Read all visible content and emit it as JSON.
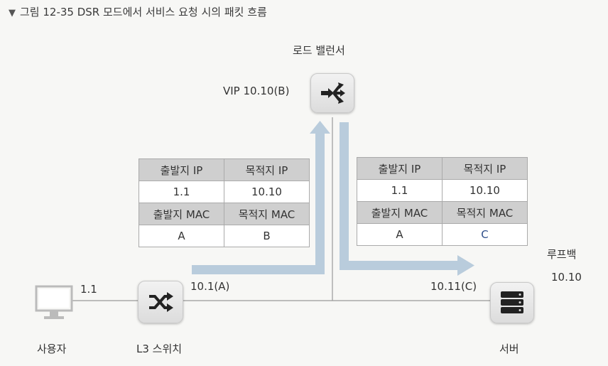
{
  "title": "그림 12-35 DSR 모드에서 서비스 요청 시의 패킷 흐름",
  "nodes": {
    "load_balancer": {
      "label": "로드 밸런서",
      "vip": "VIP 10.10(B)"
    },
    "server": {
      "label": "서버",
      "ip": "10.11(C)",
      "loopback_label": "루프백",
      "loopback_ip": "10.10"
    },
    "user": {
      "label": "사용자",
      "ip": "1.1"
    },
    "l3_switch": {
      "label": "L3 스위치",
      "ip": "10.1(A)"
    }
  },
  "packet_left": {
    "headers": [
      "출발지 IP",
      "목적지 IP"
    ],
    "ip_values": [
      "1.1",
      "10.10"
    ],
    "mac_headers": [
      "출발지 MAC",
      "목적지 MAC"
    ],
    "mac_values": [
      "A",
      "B"
    ]
  },
  "packet_right": {
    "headers": [
      "출발지 IP",
      "목적지 IP"
    ],
    "ip_values": [
      "1.1",
      "10.10"
    ],
    "mac_headers": [
      "출발지 MAC",
      "목적지 MAC"
    ],
    "mac_values": [
      "A",
      "C"
    ]
  },
  "colors": {
    "arrow": "#b9ccdc",
    "line": "#999999",
    "header_bg": "#cfcfcf"
  }
}
